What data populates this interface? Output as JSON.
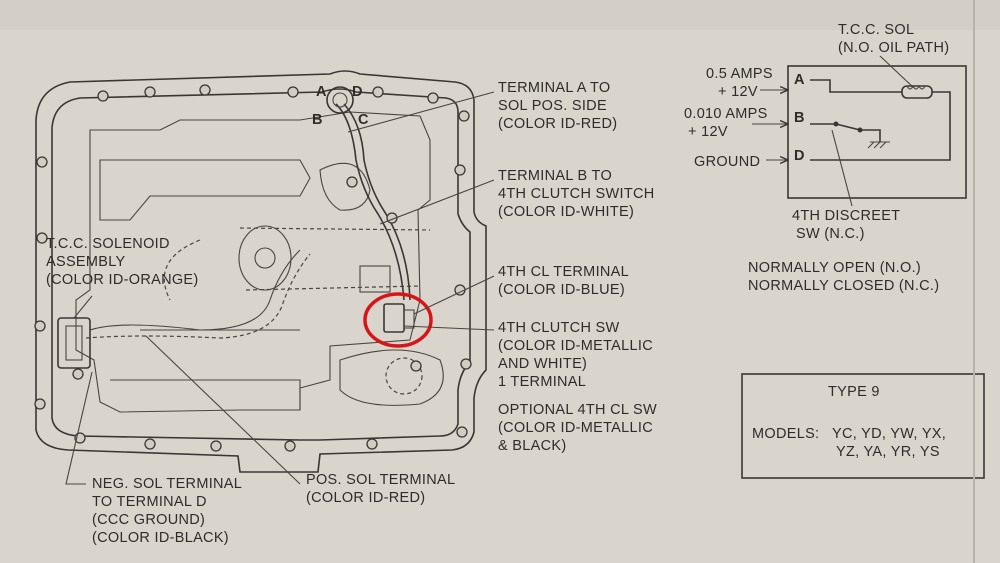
{
  "left_labels": {
    "terminal_a": [
      "TERMINAL A TO",
      "SOL POS. SIDE",
      "(COLOR ID-RED)"
    ],
    "terminal_b": [
      "TERMINAL B TO",
      "4TH CLUTCH SWITCH",
      "(COLOR ID-WHITE)"
    ],
    "tcc_solenoid": [
      "T.C.C. SOLENOID",
      "ASSEMBLY",
      "(COLOR ID-ORANGE)"
    ],
    "fourth_cl_terminal": [
      "4TH CL TERMINAL",
      "(COLOR ID-BLUE)"
    ],
    "fourth_clutch_sw": [
      "4TH CLUTCH SW",
      "(COLOR ID-METALLIC",
      "AND WHITE)",
      "1 TERMINAL"
    ],
    "optional_sw": [
      "OPTIONAL 4TH CL SW",
      "(COLOR ID-METALLIC",
      "& BLACK)"
    ],
    "neg_sol": [
      "NEG. SOL TERMINAL",
      "TO TERMINAL D",
      "(CCC GROUND)",
      "(COLOR ID-BLACK)"
    ],
    "pos_sol": [
      "POS. SOL TERMINAL",
      "(COLOR ID-RED)"
    ],
    "connector_letters": [
      "A",
      "B",
      "C",
      "D"
    ]
  },
  "schematic": {
    "tcc_sol": [
      "T.C.C. SOL",
      "(N.O. OIL PATH)"
    ],
    "a_supply": [
      "0.5 AMPS",
      "+ 12V"
    ],
    "b_supply": [
      "0.010 AMPS",
      "+ 12V"
    ],
    "ground": "GROUND",
    "pins": [
      "A",
      "B",
      "D"
    ],
    "switch": [
      "4TH DISCREET",
      "SW (N.C.)"
    ]
  },
  "legend": [
    "NORMALLY OPEN (N.O.)",
    "NORMALLY CLOSED (N.C.)"
  ],
  "type_box": {
    "title": "TYPE 9",
    "models_label": "MODELS:",
    "models_line1": "YC, YD, YW, YX,",
    "models_line2": "YZ, YA, YR, YS"
  },
  "highlight_color": "#d8141b"
}
